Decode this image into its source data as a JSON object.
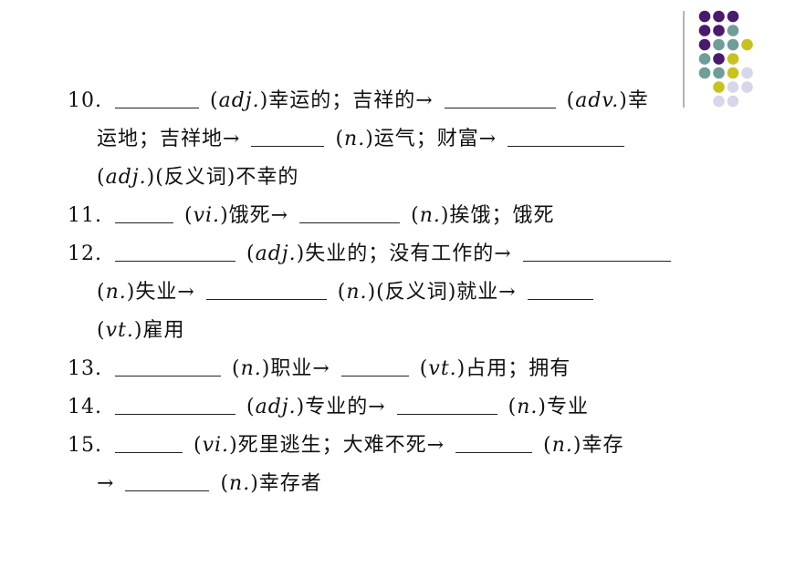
{
  "palette": {
    "purple": "#4a1a6e",
    "teal": "#6f9d98",
    "yellow": "#c8c21e",
    "lavender": "#d7d6ea",
    "rule": "#9c9c9c"
  },
  "items": [
    {
      "num": "10.",
      "t1": "(",
      "p1": "adj.",
      "t2": ")幸运的；吉祥的→",
      "t3": "(",
      "p2": "adv.",
      "t4": ")幸",
      "t5": "运地；吉祥地→",
      "t6": "(",
      "p3": "n.",
      "t7": ")运气；财富→",
      "t8": "(",
      "p4": "adj.",
      "t9": ")(反义词)不幸的"
    },
    {
      "num": "11.",
      "t1": "(",
      "p1": "vi.",
      "t2": ")饿死→",
      "t3": "(",
      "p2": "n.",
      "t4": ")挨饿；饿死"
    },
    {
      "num": "12.",
      "t1": "(",
      "p1": "adj.",
      "t2": ")失业的；没有工作的→",
      "t3": "(",
      "p2": "n.",
      "t4": ")失业→",
      "t5": "(",
      "p3": "n.",
      "t6": ")(反义词)就业→",
      "t7": "(",
      "p4": "vt.",
      "t8": ")雇用"
    },
    {
      "num": "13.",
      "t1": "(",
      "p1": "n.",
      "t2": ")职业→",
      "t3": "(",
      "p2": "vt.",
      "t4": ")占用；拥有"
    },
    {
      "num": "14.",
      "t1": "(",
      "p1": "adj.",
      "t2": ")专业的→",
      "t3": "(",
      "p2": "n.",
      "t4": ")专业"
    },
    {
      "num": "15.",
      "t1": "(",
      "p1": "vi.",
      "t2": ")死里逃生；大难不死→",
      "t3": "(",
      "p2": "n.",
      "t4": ")幸存",
      "t5": "→",
      "t6": "(",
      "p3": "n.",
      "t7": ")幸存者"
    }
  ]
}
